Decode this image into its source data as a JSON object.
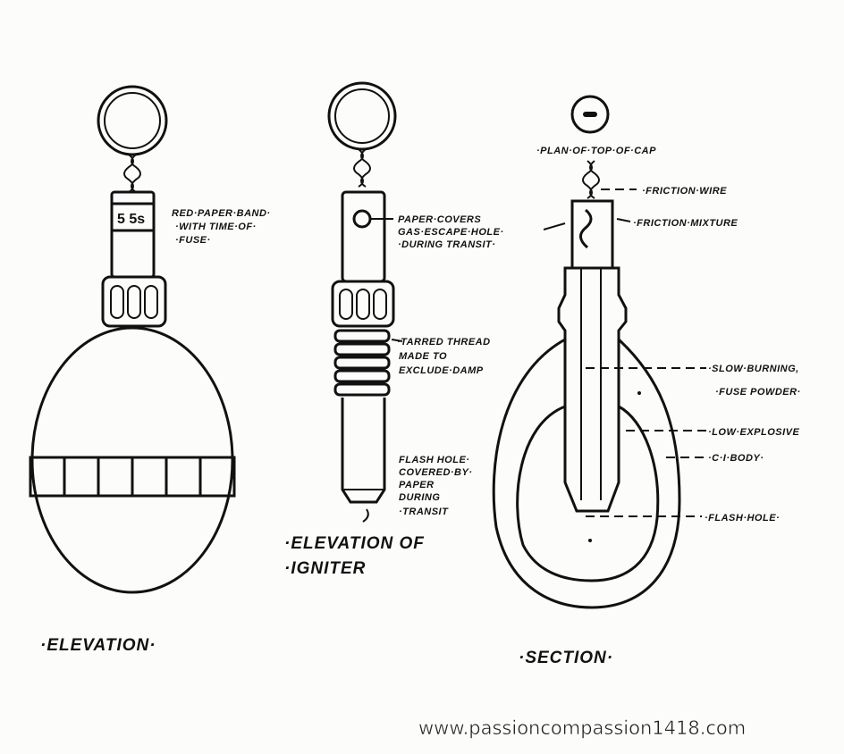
{
  "figures": {
    "elevation": {
      "title": "·ELEVATION·",
      "band_text": "5 5s",
      "label": [
        "RED·PAPER·BAND·",
        "·WITH TIME·OF·",
        "·FUSE·"
      ]
    },
    "igniter": {
      "title_line1": "·ELEVATION OF",
      "title_line2": "·IGNITER",
      "label_paper": [
        "PAPER·COVERS",
        "GAS·ESCAPE·HOLE·",
        "·DURING TRANSIT·"
      ],
      "label_thread": [
        "·TARRED THREAD",
        "MADE TO",
        "EXCLUDE·DAMP"
      ],
      "label_flash": [
        "FLASH HOLE·",
        "COVERED·BY·",
        "PAPER",
        "DURING",
        "·TRANSIT"
      ]
    },
    "section": {
      "title": "·SECTION·",
      "plan_label": "·PLAN·OF·TOP·OF·CAP",
      "friction_wire": "·FRICTION·WIRE",
      "friction_mixture": "·FRICTION·MIXTURE",
      "slow_burning": "·SLOW·BURNING,",
      "fuse_powder": "·FUSE POWDER·",
      "low_explosive": "·LOW·EXPLOSIVE",
      "ci_body": "·C·I·BODY·",
      "flash_hole": "·FLASH·HOLE·"
    }
  },
  "watermark": "www.passioncompassion1418.com"
}
